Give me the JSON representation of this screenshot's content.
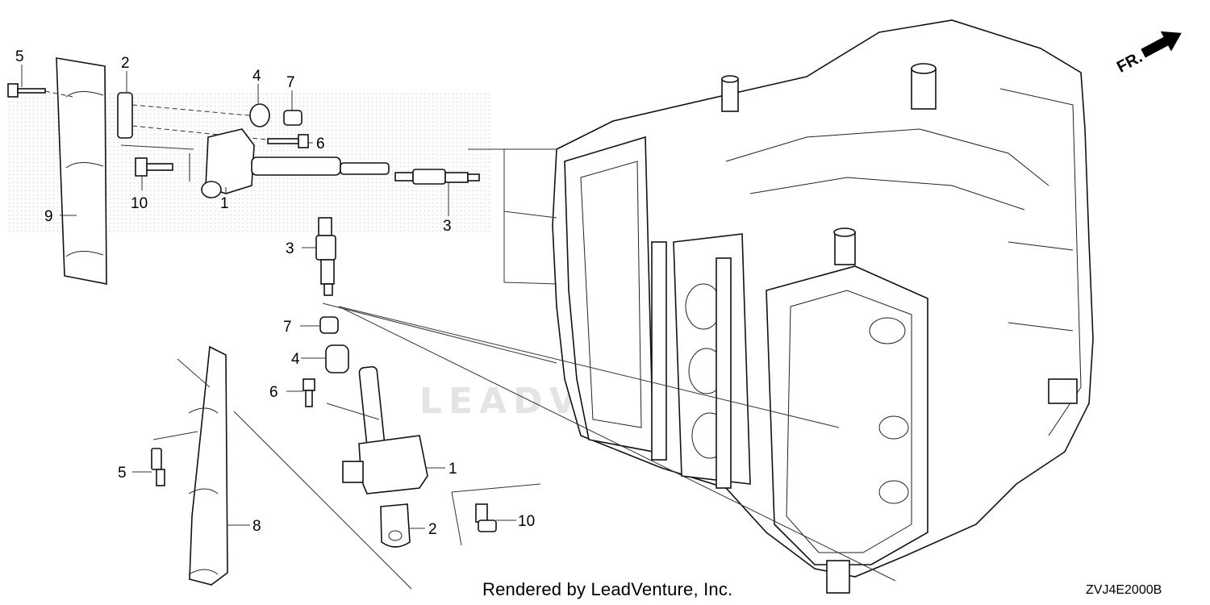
{
  "watermark": {
    "text": "LEADVENTURE"
  },
  "direction": {
    "label": "FR."
  },
  "callouts": [
    {
      "id": "c5a",
      "label": "5"
    },
    {
      "id": "c2a",
      "label": "2"
    },
    {
      "id": "c4a",
      "label": "4"
    },
    {
      "id": "c7a",
      "label": "7"
    },
    {
      "id": "c6a",
      "label": "6"
    },
    {
      "id": "c10a",
      "label": "10"
    },
    {
      "id": "c9",
      "label": "9"
    },
    {
      "id": "c1a",
      "label": "1"
    },
    {
      "id": "c3a",
      "label": "3"
    },
    {
      "id": "c3b",
      "label": "3"
    },
    {
      "id": "c7b",
      "label": "7"
    },
    {
      "id": "c4b",
      "label": "4"
    },
    {
      "id": "c6b",
      "label": "6"
    },
    {
      "id": "c1b",
      "label": "1"
    },
    {
      "id": "c5b",
      "label": "5"
    },
    {
      "id": "c8",
      "label": "8"
    },
    {
      "id": "c2b",
      "label": "2"
    },
    {
      "id": "c10b",
      "label": "10"
    }
  ],
  "footer": {
    "credit": "Rendered by LeadVenture, Inc.",
    "code": "ZVJ4E2000B"
  }
}
